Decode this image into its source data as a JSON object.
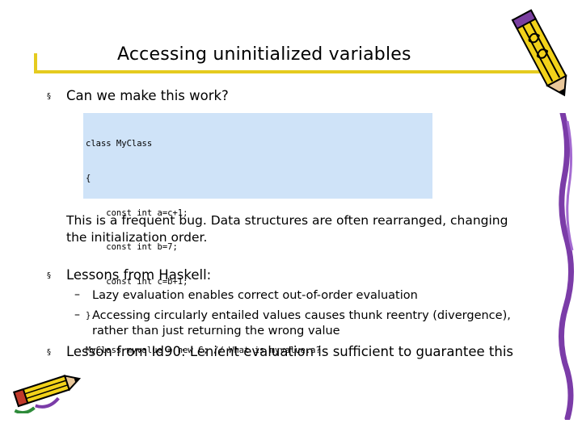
{
  "slide": {
    "title": "Accessing uninitialized variables",
    "bullet_glyph": "§",
    "bullet1": "Can we make this work?",
    "code_lines": [
      "class MyClass",
      "{",
      "    const int a=c+1;",
      "    const int b=7;",
      "    const int c=b+1;",
      "}",
      "MyClass myvalue = new C; // What is myvalue.a?"
    ],
    "note_line1": "This is a frequent bug. Data structures are often rearranged, changing",
    "note_line2": "the initialization order.",
    "bullet2": "Lessons from Haskell:",
    "sub_dash": "–",
    "sub1": "Lazy evaluation enables correct out-of-order evaluation",
    "sub2_line1": "Accessing circularly entailed values causes thunk reentry (divergence),",
    "sub2_line2": "rather than just returning the wrong value",
    "bullet3": "Lesson from Id90: Lenient evaluation is sufficient to guarantee this"
  },
  "colors": {
    "accent_rule": "#e5cb1f",
    "code_background": "#cfe3f8"
  },
  "icons": {
    "top_right": "pencil-clipart-icon",
    "bottom_left": "pencil-clipart-icon",
    "right_edge": "purple-scribble-decoration"
  }
}
